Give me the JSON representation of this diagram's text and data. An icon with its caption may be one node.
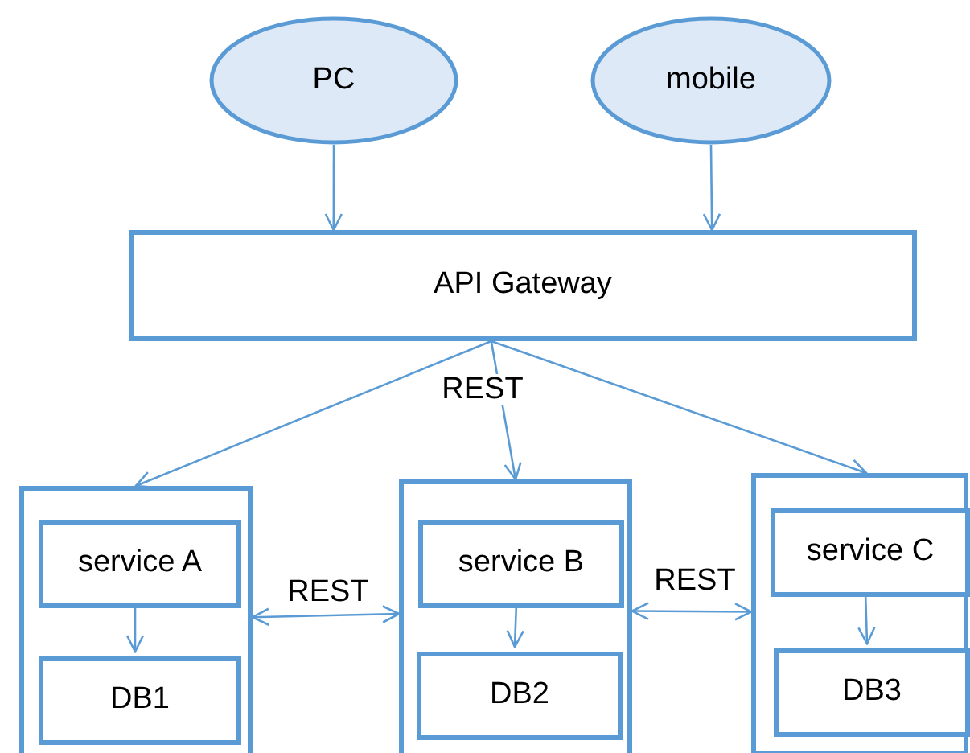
{
  "diagram": {
    "nodes": [
      {
        "text": [
          "PC"
        ]
      },
      {
        "text": [
          "mobile"
        ]
      },
      {
        "text": [
          "API Gateway"
        ]
      },
      {
        "text": [],
        "shape": "box"
      },
      {
        "text": [
          "service A"
        ],
        "in": 3
      },
      {
        "text": [
          "DB1"
        ],
        "in": 3
      },
      {
        "text": [],
        "shape": "box"
      },
      {
        "text": [
          "service B"
        ],
        "in": 6
      },
      {
        "text": [
          "DB2"
        ],
        "in": 6
      },
      {
        "text": [],
        "shape": "box"
      },
      {
        "text": [
          "service C"
        ],
        "in": 9
      },
      {
        "text": [
          "DB3"
        ],
        "in": 9
      }
    ],
    "edges": [
      {
        "from": 0,
        "to": 2,
        "arrow": "to"
      },
      {
        "from": 1,
        "to": 2,
        "arrow": "to"
      },
      {
        "from": 2,
        "to": 3,
        "arrow": "to"
      },
      {
        "from": 2,
        "to": 6,
        "arrow": "to",
        "label": "REST"
      },
      {
        "from": 2,
        "to": 9,
        "arrow": "to"
      },
      {
        "from": 4,
        "to": 5,
        "arrow": "to"
      },
      {
        "from": 7,
        "to": 8,
        "arrow": "to"
      },
      {
        "from": 10,
        "to": 11,
        "arrow": "to"
      },
      {
        "from": 3,
        "to": 6,
        "arrow": "both",
        "label": "REST"
      },
      {
        "from": 6,
        "to": 9,
        "arrow": "both",
        "label": "REST"
      }
    ]
  }
}
